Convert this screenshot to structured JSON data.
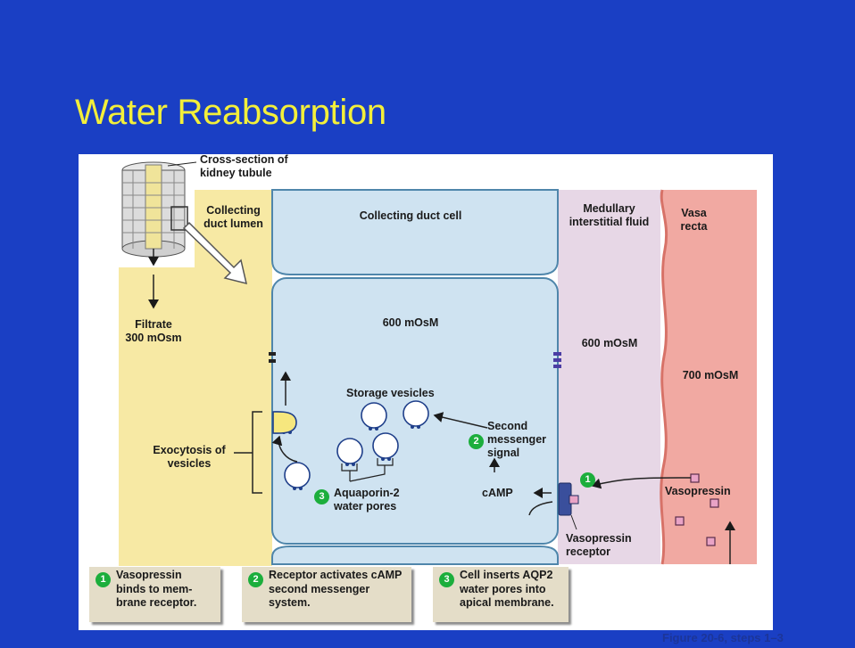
{
  "slide": {
    "title": "Water Reabsorption",
    "figure_ref": "Figure 20-6, steps 1–3"
  },
  "diagram": {
    "cross_section_label": "Cross-section of kidney tubule",
    "lumen_label": "Collecting duct lumen",
    "cell_label": "Collecting duct cell",
    "interstitial_label": "Medullary interstitial fluid",
    "vasa_recta_label": "Vasa recta",
    "filtrate_label": "Filtrate",
    "filtrate_osm": "300 mOsm",
    "cell_osm": "600 mOsM",
    "interstitial_osm": "600 mOsM",
    "vasa_osm": "700 mOsM",
    "storage_label": "Storage vesicles",
    "second_messenger_label": "Second messenger signal",
    "exocytosis_label": "Exocytosis of vesicles",
    "aquaporin_label": "Aquaporin-2 water pores",
    "camp_label": "cAMP",
    "vasopressin_label": "Vasopressin",
    "receptor_label": "Vasopressin receptor",
    "step_numbers": [
      "1",
      "2",
      "3"
    ]
  },
  "legend": [
    {
      "num": "1",
      "text": "Vasopressin binds to mem- brane receptor."
    },
    {
      "num": "2",
      "text": "Receptor activates cAMP second messenger system."
    },
    {
      "num": "3",
      "text": "Cell inserts AQP2 water pores into apical membrane."
    }
  ],
  "colors": {
    "background": "#1a3fc4",
    "title": "#f3ef3a",
    "lumen": "#f7e9a4",
    "cell": "#cfe3f1",
    "interstitial": "#e7d7e6",
    "vasa_recta": "#f1a9a2",
    "step_badge": "#1cae3c",
    "receptor": "#3a4f9c"
  }
}
